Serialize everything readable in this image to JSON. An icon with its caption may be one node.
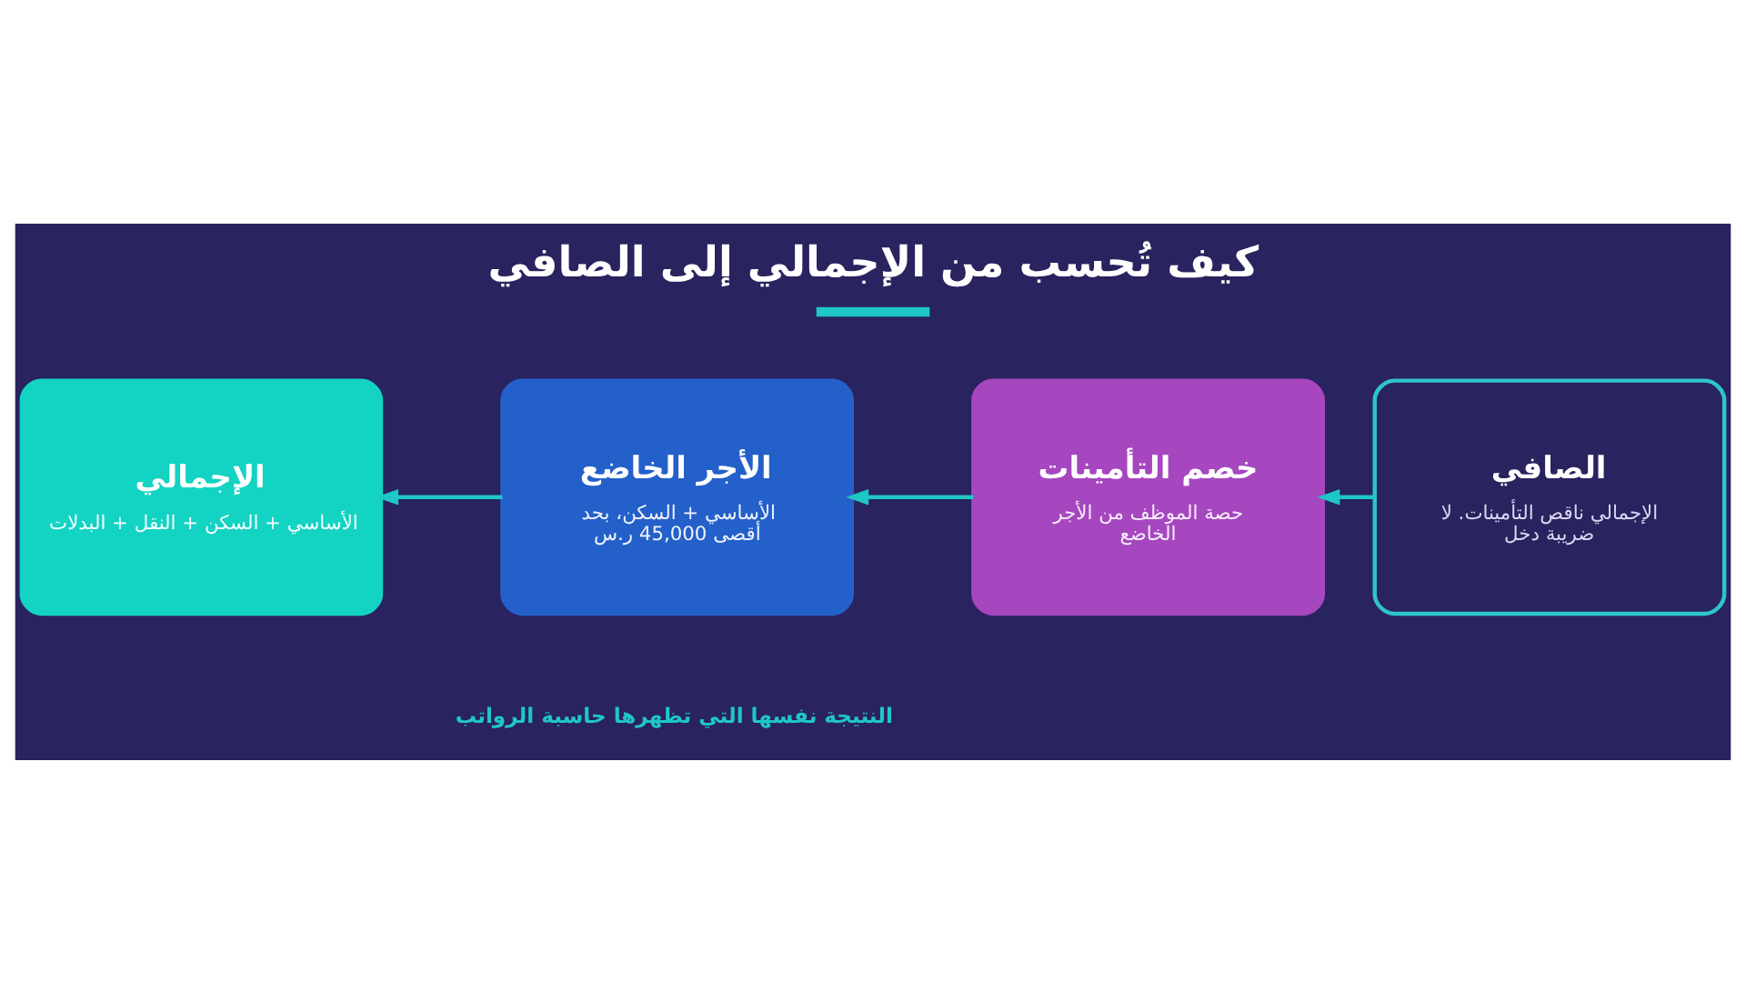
{
  "diagram": {
    "title": "كيف تُحسب من الإجمالي إلى الصافي",
    "nodes": [
      {
        "text": [
          "الصافي",
          "الإجمالي ناقص التأمينات. لا ضريبة دخل"
        ]
      },
      {
        "text": [
          "خصم التأمينات",
          "حصة الموظف من الأجر الخاضع"
        ]
      },
      {
        "text": [
          "الأجر الخاضع",
          "الأساسي + السكن، بحد أقصى 45,000 ر.س"
        ]
      },
      {
        "text": [
          "الإجمالي",
          "الأساسي + السكن + النقل + البدلات"
        ]
      }
    ],
    "edges": [
      {
        "from": 0,
        "to": 1,
        "arrow": "to"
      },
      {
        "from": 1,
        "to": 2,
        "arrow": "to"
      },
      {
        "from": 2,
        "to": 3,
        "arrow": "to"
      }
    ],
    "caption": "النتيجة نفسها التي تظهرها حاسبة الرواتب"
  }
}
